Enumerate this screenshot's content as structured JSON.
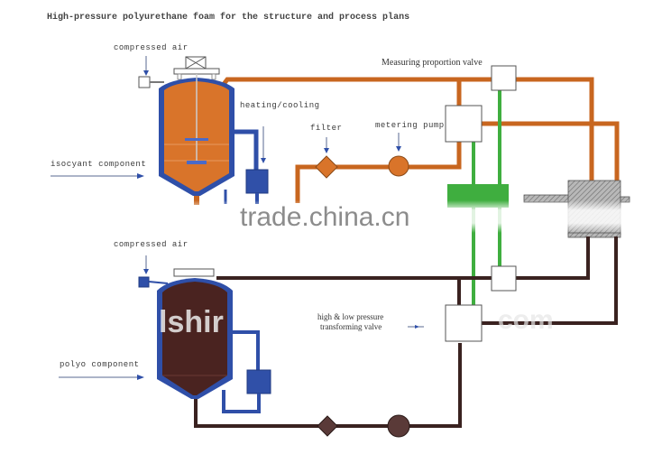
{
  "title": "High-pressure polyurethane foam for the structure and process plans",
  "labels": {
    "compressed_air_top": "compressed air",
    "compressed_air_bottom": "compressed air",
    "heating_cooling": "heating/cooling",
    "isocyanate_component": "isocyant component",
    "polyol_component": "polyo component",
    "filter": "filter",
    "metering_pump": "metering pump",
    "measuring_proportion_valve": "Measuring proportion  valve",
    "hl_valve_line1": "high & low pressure",
    "hl_valve_line2": "transforming valve"
  },
  "watermarks": {
    "main": "trade.china.cn",
    "secondary_left": "lshir",
    "secondary_right": "com"
  },
  "colors": {
    "isocyanate_pipe": "#c8661f",
    "isocyanate_fill": "#d9742a",
    "polyol_pipe": "#3a2220",
    "polyol_fill": "#4a2320",
    "jacket": "#2f4fa8",
    "hydraulic": "#3fae3f",
    "mixing_head": "#9a9a9a"
  }
}
